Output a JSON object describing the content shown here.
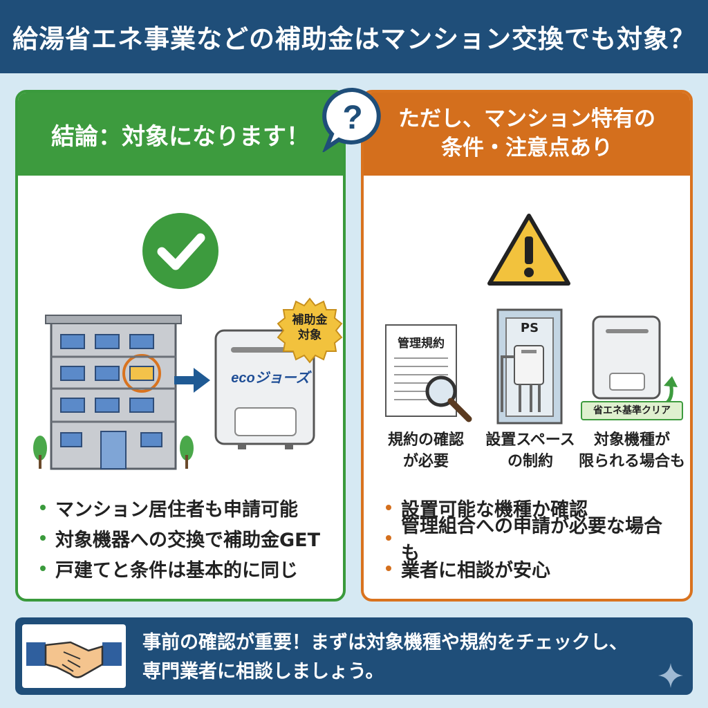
{
  "title": "給湯省エネ事業などの補助金はマンション交換でも対象？",
  "left": {
    "heading": "結論：対象になります！",
    "badge": "補助金\n対象",
    "badge_line1": "補助金",
    "badge_line2": "対象",
    "product_logo": "ecoジョーズ",
    "bullets": [
      "マンション居住者も申請可能",
      "対象機器への交換で補助金GET",
      "戸建てと条件は基本的に同じ"
    ],
    "colors": {
      "accent": "#3d9b3e"
    }
  },
  "right": {
    "heading_line1": "ただし、マンション特有の",
    "heading_line2": "条件・注意点あり",
    "doc_title": "管理規約",
    "ps_label": "PS",
    "clear_tag": "省エネ基準クリア",
    "items": [
      {
        "line1": "規約の確認",
        "line2": "が必要"
      },
      {
        "line1": "設置スペース",
        "line2": "の制約"
      },
      {
        "line1": "対象機種が",
        "line2": "限られる場合も"
      }
    ],
    "bullets": [
      "設置可能な機種か確認",
      "管理組合への申請が必要な場合も",
      "業者に相談が安心"
    ],
    "colors": {
      "accent": "#d46f1d"
    }
  },
  "footer": {
    "line1": "事前の確認が重要！まずは対象機種や規約をチェックし、",
    "line2": "専門業者に相談しましょう。"
  }
}
